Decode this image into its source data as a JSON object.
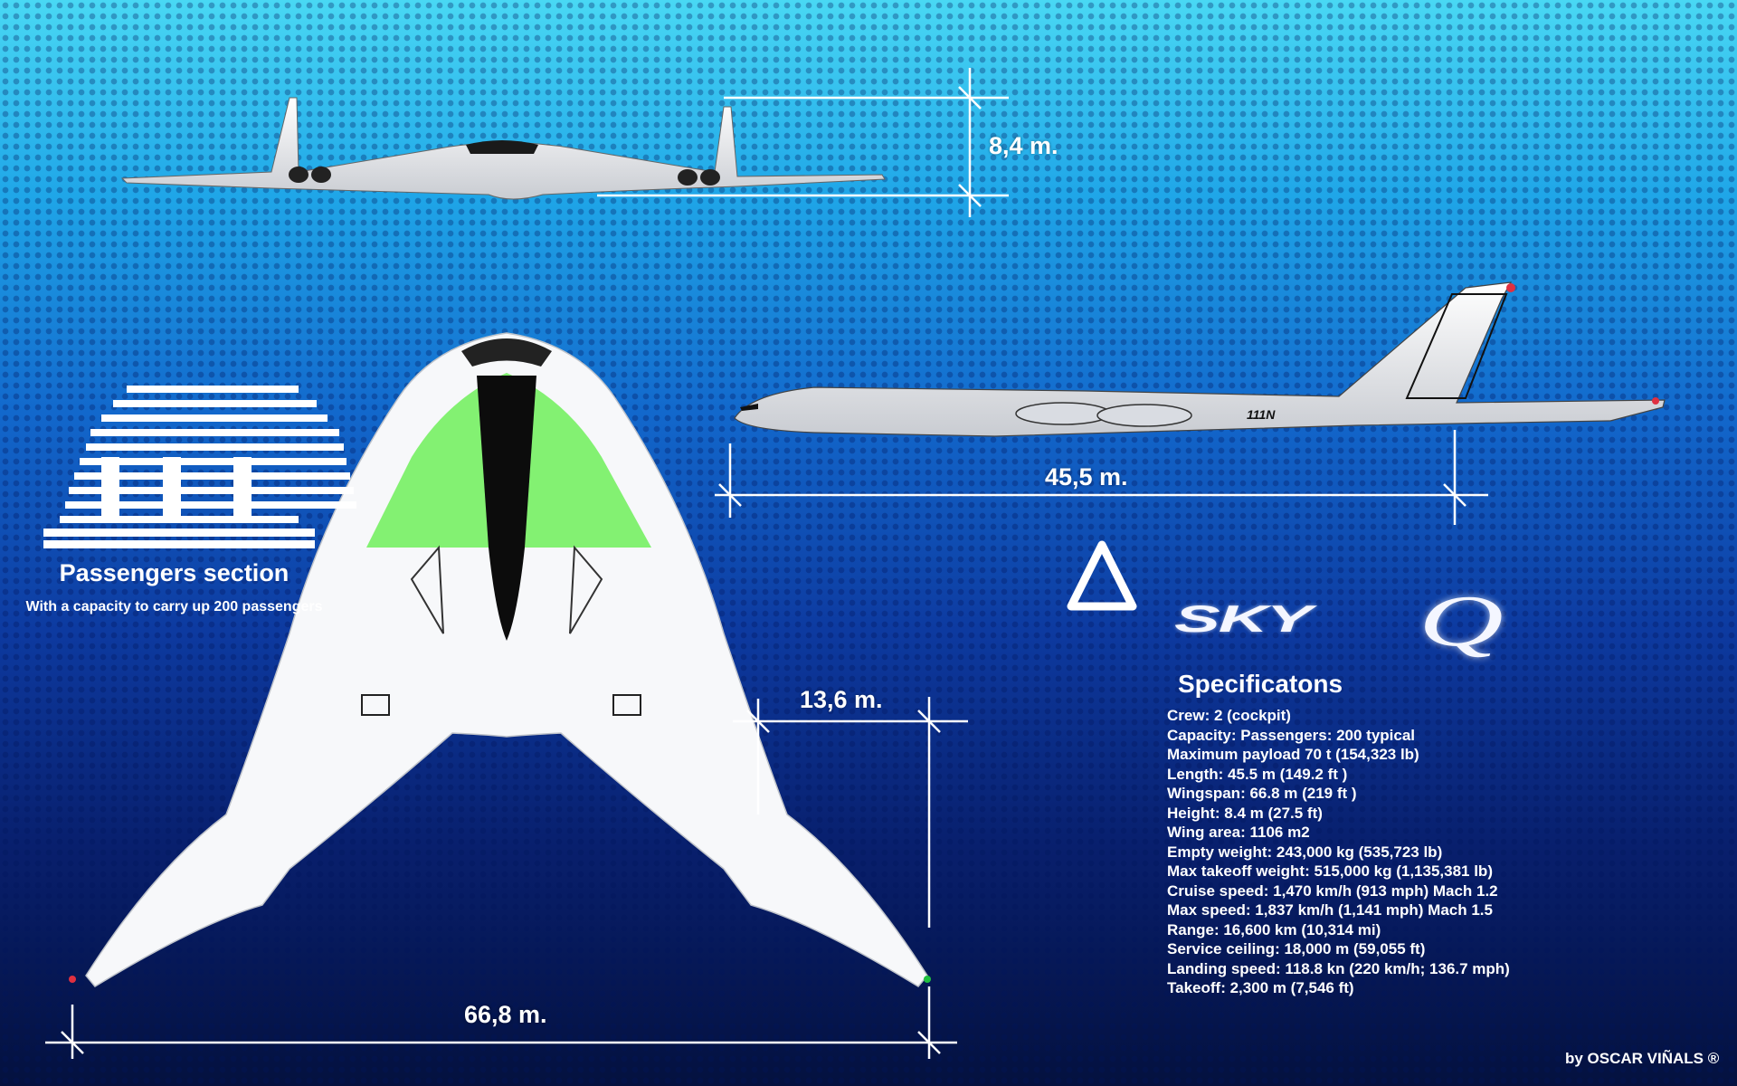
{
  "dimensions": {
    "height": "8,4 m.",
    "length": "45,5 m.",
    "tail_span": "13,6 m.",
    "wingspan": "66,8 m."
  },
  "passengers": {
    "title": "Passengers section",
    "subtitle": "With a capacity to carry up 200 passengers"
  },
  "aircraft_registration": "111N",
  "logo": {
    "text": "SKY",
    "letter": "Q"
  },
  "specs": {
    "title": "Specificatons",
    "items": [
      "Crew: 2 (cockpit)",
      "Capacity: Passengers: 200 typical",
      "Maximum payload 70 t (154,323 lb)",
      "Length: 45.5 m (149.2 ft )",
      "Wingspan: 66.8 m (219 ft )",
      "Height:  8.4 m (27.5 ft)",
      "Wing area: 1106 m2",
      "Empty weight: 243,000 kg (535,723 lb)",
      "Max takeoff weight: 515,000 kg (1,135,381 lb)",
      "Cruise speed: 1,470 km/h (913 mph) Mach 1.2",
      "Max speed:  1,837 km/h (1,141 mph) Mach 1.5",
      "Range: 16,600 km (10,314 mi)",
      "Service ceiling: 18,000 m (59,055 ft)",
      "Landing speed: 118.8 kn (220 km/h; 136.7 mph)",
      "Takeoff: 2,300 m (7,546 ft)"
    ]
  },
  "credit": "by  OSCAR  VIÑALS ®",
  "colors": {
    "passenger_zone": "#7cf06a",
    "aircraft": "#f3f4f6",
    "dimension_lines": "#ffffff"
  }
}
